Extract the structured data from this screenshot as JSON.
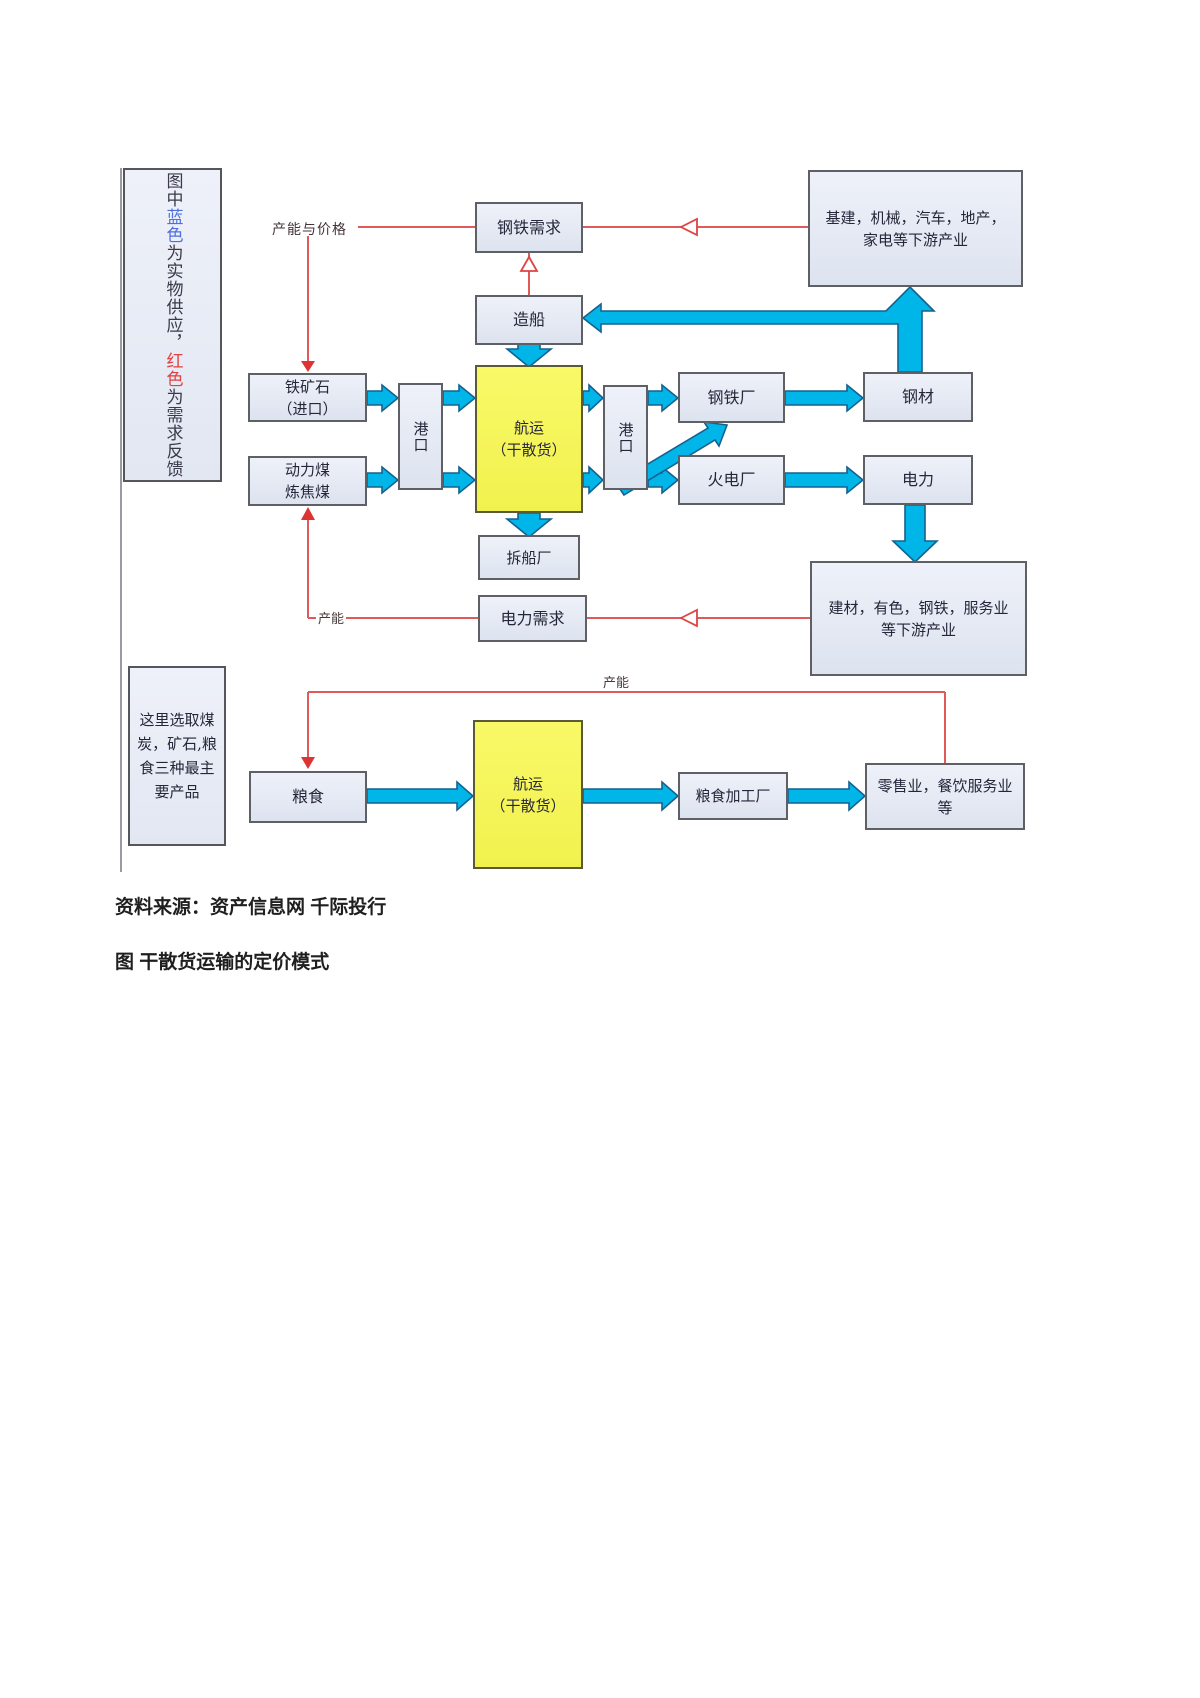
{
  "legend_top": {
    "p1": "图中",
    "blue": "蓝色",
    "p2": "为实物供应，",
    "red": "红色",
    "p3": "为需求反馈"
  },
  "legend_bottom": {
    "text": "这里选取煤炭，矿石,粮食三种最主要产品"
  },
  "labels": {
    "capacity_and_price": "产能与价格",
    "capacity_mid": "产能",
    "capacity_low": "产能"
  },
  "boxes": {
    "steel_demand": {
      "l1": "钢铁需求"
    },
    "downstream_top": {
      "l1": "基建，机械，汽车，地产，",
      "l2": "家电等下游产业"
    },
    "shipbuilding": {
      "l1": "造船"
    },
    "iron_ore": {
      "l1": "铁矿石",
      "l2": "（进口）"
    },
    "coal": {
      "l1": "动力煤",
      "l2": "炼焦煤"
    },
    "port1": {
      "l1": "港口"
    },
    "shipping1": {
      "l1": "航运",
      "l2": "（干散货）"
    },
    "port2": {
      "l1": "港口"
    },
    "steel_mill": {
      "l1": "钢铁厂"
    },
    "thermal_plant": {
      "l1": "火电厂"
    },
    "steel_product": {
      "l1": "钢材"
    },
    "electricity": {
      "l1": "电力"
    },
    "ship_breaking": {
      "l1": "拆船厂"
    },
    "power_demand": {
      "l1": "电力需求"
    },
    "downstream_mid": {
      "l1": "建材，有色，钢铁，服务业",
      "l2": "等下游产业"
    },
    "grain": {
      "l1": "粮食"
    },
    "shipping2": {
      "l1": "航运",
      "l2": "（干散货）"
    },
    "grain_processing": {
      "l1": "粮食加工厂"
    },
    "retail": {
      "l1": "零售业，餐饮服务业",
      "l2": "等"
    }
  },
  "captions": {
    "source": "资料来源：资产信息网 千际投行",
    "figure": "图 干散货运输的定价模式"
  },
  "colors": {
    "supply_arrow": "#00b6e8",
    "demand_line": "#e05a5a",
    "shipping_highlight": "#f6f65e",
    "box_fill": "#e7eaf4",
    "legend_blue": "#4f6fe0",
    "legend_red": "#e04040"
  }
}
